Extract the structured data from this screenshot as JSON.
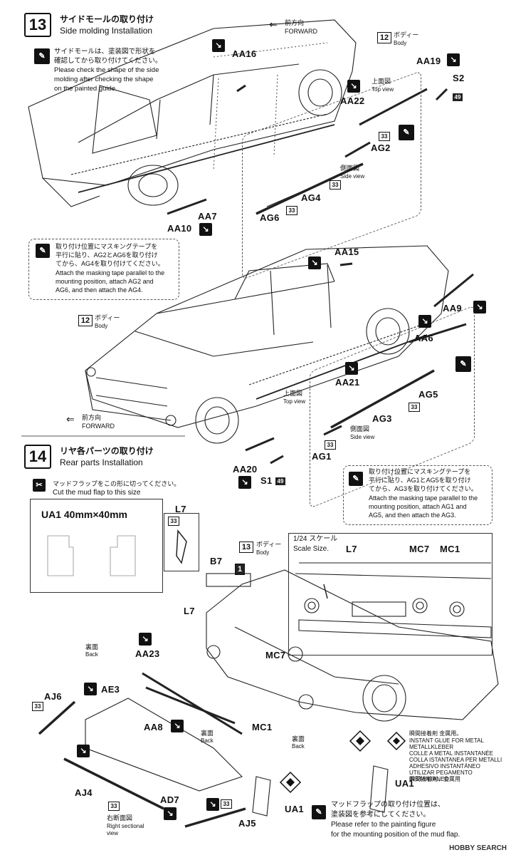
{
  "step13": {
    "number": "13",
    "title_jp": "サイドモールの取り付け",
    "title_en": "Side molding Installation",
    "forward_jp": "前方向",
    "forward_en": "FORWARD",
    "body_ref": "12",
    "body_jp": "ボディー",
    "body_en": "Body",
    "note1": [
      "サイドモールは、塗装図で形状を",
      "確認してから取り付けてください。",
      "Please check the shape of the side",
      "molding after checking the shape",
      "on the painted guide."
    ],
    "note2": [
      "取り付け位置にマスキングテープを",
      "平行に貼り、AG2とAG6を取り付け",
      "てから、AG4を取り付けてください。",
      "Attach the masking tape parallel to the",
      "mounting position, attach AG2 and",
      "AG6, and then attach the AG4."
    ],
    "top_view_jp": "上面図",
    "top_view_en": "Top view",
    "side_view_jp": "側面図",
    "side_view_en": "Side view",
    "parts": [
      "AA16",
      "AA19",
      "S2",
      "AA22",
      "AG2",
      "AG4",
      "AG6",
      "AA7",
      "AA10"
    ],
    "codes": [
      "33",
      "49"
    ]
  },
  "step13b": {
    "parts": [
      "AA15",
      "AA9",
      "AA6",
      "AA21",
      "AG5",
      "AG3",
      "AG1",
      "AA20",
      "S1"
    ],
    "body_ref": "12",
    "body_jp": "ボディー",
    "body_en": "Body",
    "forward_jp": "前方向",
    "forward_en": "FORWARD",
    "top_view_jp": "上面図",
    "top_view_en": "Top view",
    "side_view_jp": "側面図",
    "side_view_en": "Side view",
    "note3": [
      "取り付け位置にマスキングテープを",
      "平行に貼り、AG1とAG5を取り付け",
      "てから、AG3を取り付けてください。",
      "Attach the masking tape parallel to the",
      "mounting position, attach AG1 and",
      "AG5, and then attach the AG3."
    ]
  },
  "step14": {
    "number": "14",
    "title_jp": "リヤ各パーツの取り付け",
    "title_en": "Rear parts Installation",
    "cut_jp": "マッドフラップをこの形に切ってください。",
    "cut_en": "Cut the mud flap to this size",
    "ua1_size": "UA1  40mm×40mm",
    "scale_jp": "1/24 スケール",
    "scale_en": "Scale Size.",
    "scale_parts": [
      "L7",
      "MC7",
      "MC1"
    ],
    "body_ref": "13",
    "body_jp": "ボディー",
    "body_en": "Body",
    "b7_ref": "1",
    "back_jp": "裏面",
    "back_en": "Back",
    "section_jp": "右断面図",
    "section_en": [
      "Right sectional",
      "view"
    ],
    "parts": [
      "L7",
      "B7",
      "L7",
      "AA23",
      "AE3",
      "AJ6",
      "AA8",
      "MC7",
      "MC1",
      "AJ4",
      "AD7",
      "AJ5",
      "UA1",
      "UA1"
    ],
    "glue": [
      "瞬間接着剤  金属用。",
      "INSTANT GLUE FOR METAL",
      "METALLKLEBER",
      "COLLE A METAL INSTANTANÉE",
      "COLLA ISTANTANEA PER METALLI",
      "ADHESIVO INSTANTÁNEO",
      "UTILIZAR PEGAMENTO INSTANTANEO",
      "瞬間接着剤、金属用"
    ],
    "mount_note": [
      "マッドフラップの取り付け位置は、",
      "塗装図を参考にしてください。",
      "Please refer to the painting figure",
      "for the mounting position of the mud flap."
    ]
  },
  "watermark": "HOBBY SEARCH"
}
